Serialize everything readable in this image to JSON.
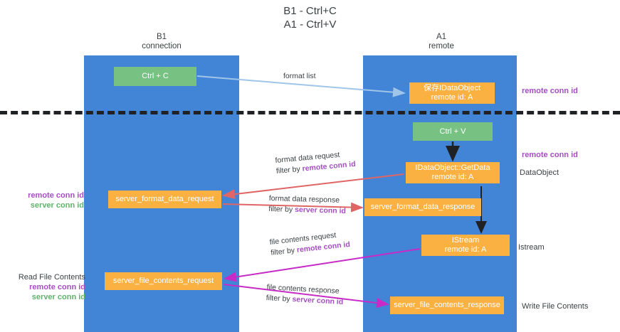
{
  "title": {
    "line1": "B1 - Ctrl+C",
    "line2": "A1 - Ctrl+V"
  },
  "lanes": [
    {
      "name": "b1",
      "title": "B1",
      "subtitle": "connection",
      "color": "#4285d6"
    },
    {
      "name": "a1",
      "title": "A1",
      "subtitle": "remote",
      "color": "#4285d6"
    }
  ],
  "colors": {
    "lane": "#4285d6",
    "green_box": "#77c282",
    "orange_box": "#fbb142",
    "remote_conn_id": "#a64dc4",
    "server_conn_id": "#5fb36a",
    "arrow_blue": "#9fc5e8",
    "arrow_red": "#e06666",
    "arrow_magenta": "#c72bc7",
    "arrow_black": "#202124",
    "divider": "#202124"
  },
  "boxes": {
    "ctrl_c": "Ctrl + C",
    "save_idataobject_l1": "保存IDataObject",
    "save_idataobject_l2": "remote id: A",
    "ctrl_v": "Ctrl + V",
    "getdata_l1": "IDataObject::GetData",
    "getdata_l2": "remote id: A",
    "server_format_data_request": "server_format_data_request",
    "server_format_data_response": "server_format_data_response",
    "istream_l1": "IStream",
    "istream_l2": "remote id: A",
    "server_file_contents_request": "server_file_contents_request",
    "server_file_contents_response": "server_file_contents_response"
  },
  "arrow_labels": {
    "format_list": "format list",
    "format_data_request": "format data request",
    "format_data_request_filter_prefix": "filter by ",
    "format_data_request_filter_key": "remote conn id",
    "format_data_response": "format data response",
    "format_data_response_filter_prefix": "filter by ",
    "format_data_response_filter_key": "server conn id",
    "file_contents_request": "file contents request",
    "file_contents_request_filter_prefix": "filter by ",
    "file_contents_request_filter_key": "remote conn id",
    "file_contents_response": "file contents response",
    "file_contents_response_filter_prefix": "filter by ",
    "file_contents_response_filter_key": "server conn id"
  },
  "side_labels": {
    "remote_conn_id_top": "remote conn id",
    "remote_conn_id_mid": "remote conn id",
    "dataobject": "DataObject",
    "istream": "Istream",
    "write_file_contents": "Write File Contents",
    "read_file_contents": "Read File Contents",
    "legend_remote": "remote conn id",
    "legend_server": "server conn id"
  }
}
